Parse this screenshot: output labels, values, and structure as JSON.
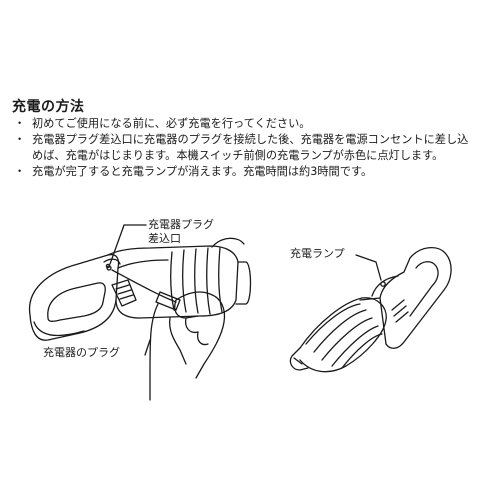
{
  "section": {
    "heading": "充電の方法",
    "bullet_marker": "・",
    "bullets": [
      "初めてご使用になる前に、必ず充電を行ってください。",
      "充電器プラグ差込口に充電器のプラグを接続した後、充電器を電源コンセントに差し込めば、充電がはじまります。本機スイッチ前側の充電ランプが赤色に点灯します。",
      "充電が完了すると充電ランプが消えます。充電時間は約3時間です。"
    ]
  },
  "illustration": {
    "label_inlet_line1": "充電器プラグ",
    "label_inlet_line2": "差込口",
    "label_lamp": "充電ランプ",
    "label_plug": "充電器のプラグ"
  },
  "colors": {
    "ink": "#1a1a1a",
    "background": "#ffffff"
  }
}
